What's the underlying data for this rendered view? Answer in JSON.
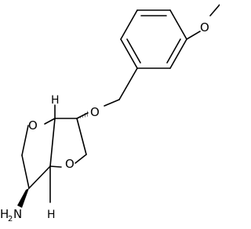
{
  "molecule": {
    "atoms": {
      "methoxy_o": "O",
      "ether_o": "O",
      "ring_o_upper": "O",
      "ring_o_lower": "O",
      "h_upper": "H",
      "h_lower": "H",
      "amine_n": "N",
      "amine_h": "H",
      "amine_sub": "2"
    }
  }
}
